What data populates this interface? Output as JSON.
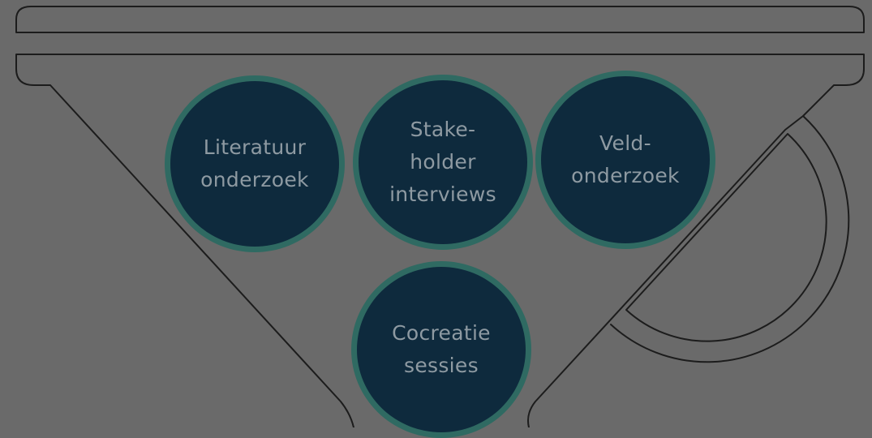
{
  "diagram": {
    "nodes": [
      {
        "id": "literatuur",
        "label": "Literatuur\nonderzoek"
      },
      {
        "id": "stakeholder",
        "label": "Stake-\nholder\ninterviews"
      },
      {
        "id": "veld",
        "label": "Veld-\nonderzoek"
      },
      {
        "id": "cocreatie",
        "label": "Cocreatie\nsessies"
      }
    ]
  },
  "colors": {
    "background": "#6a6a6a",
    "node_fill": "#0e2a3d",
    "node_border": "#2f6a62",
    "node_text": "#8e9aa2",
    "outline": "#1c1c1c"
  }
}
